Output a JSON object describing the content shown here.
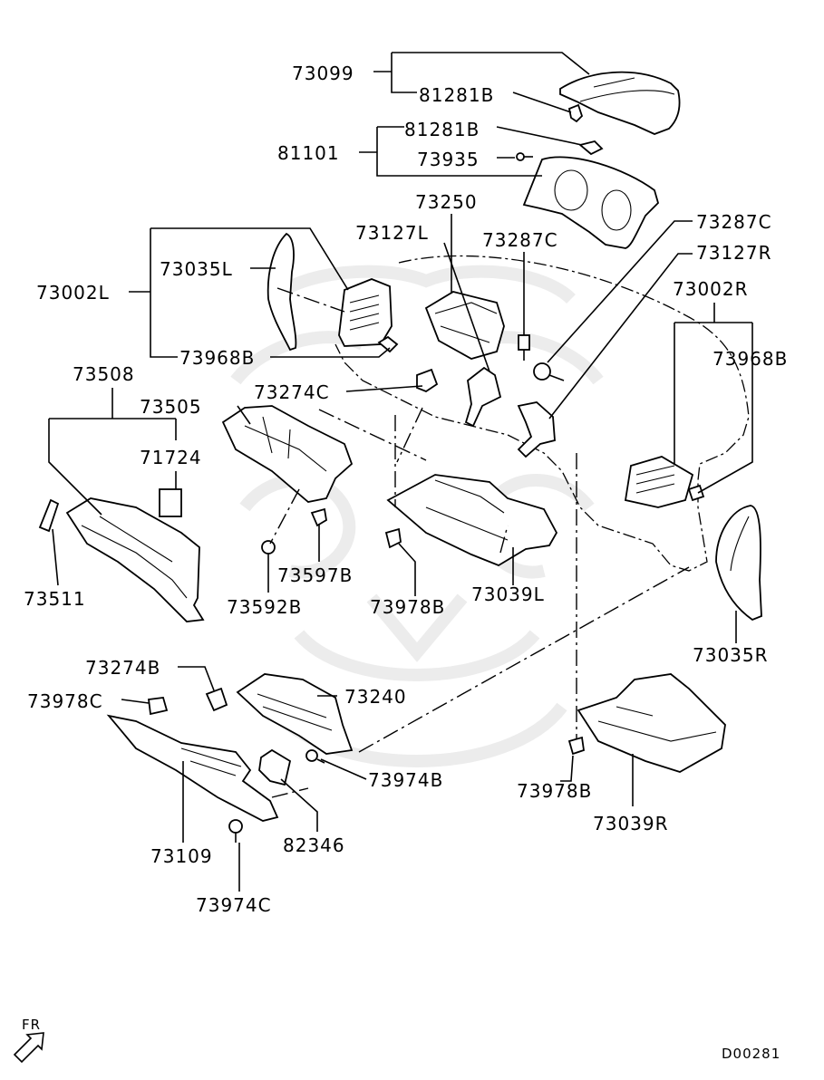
{
  "diagram": {
    "labels": {
      "l73099": "73099",
      "l81281B_a": "81281B",
      "l81281B_b": "81281B",
      "l81101": "81101",
      "l73935": "73935",
      "l73250": "73250",
      "l73287C_a": "73287C",
      "l73127L": "73127L",
      "l73287C_b": "73287C",
      "l73127R": "73127R",
      "l73035L": "73035L",
      "l73002L": "73002L",
      "l73002R": "73002R",
      "l73968B_a": "73968B",
      "l73968B_b": "73968B",
      "l73508": "73508",
      "l73274C": "73274C",
      "l73505": "73505",
      "l71724": "71724",
      "l73511": "73511",
      "l73597B": "73597B",
      "l73592B": "73592B",
      "l73978B_a": "73978B",
      "l73039L": "73039L",
      "l73035R": "73035R",
      "l73274B": "73274B",
      "l73240": "73240",
      "l73978C": "73978C",
      "l73974B": "73974B",
      "l82346": "82346",
      "l73109": "73109",
      "l73978B_b": "73978B",
      "l73039R": "73039R",
      "l73974C": "73974C"
    },
    "direction_label": "FR",
    "diagram_code": "D00281"
  }
}
